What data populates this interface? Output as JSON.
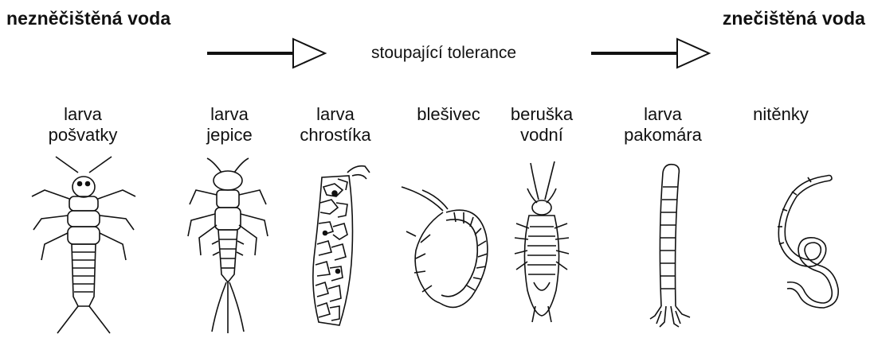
{
  "header": {
    "left_label": "nezněčištěná voda",
    "right_label": "znečištěná voda",
    "middle_label": "stoupající tolerance"
  },
  "organisms": [
    {
      "line1": "larva",
      "line2": "pošvatky",
      "icon": "stonefly-larva-icon"
    },
    {
      "line1": "larva",
      "line2": "jepice",
      "icon": "mayfly-larva-icon"
    },
    {
      "line1": "larva",
      "line2": "chrostíka",
      "icon": "caddisfly-larva-icon"
    },
    {
      "line1": "blešivec",
      "line2": "",
      "icon": "amphipod-icon"
    },
    {
      "line1": "beruška",
      "line2": "vodní",
      "icon": "water-louse-icon"
    },
    {
      "line1": "larva",
      "line2": "pakomára",
      "icon": "midge-larva-icon"
    },
    {
      "line1": "nitěnky",
      "line2": "",
      "icon": "tubifex-worm-icon"
    }
  ]
}
